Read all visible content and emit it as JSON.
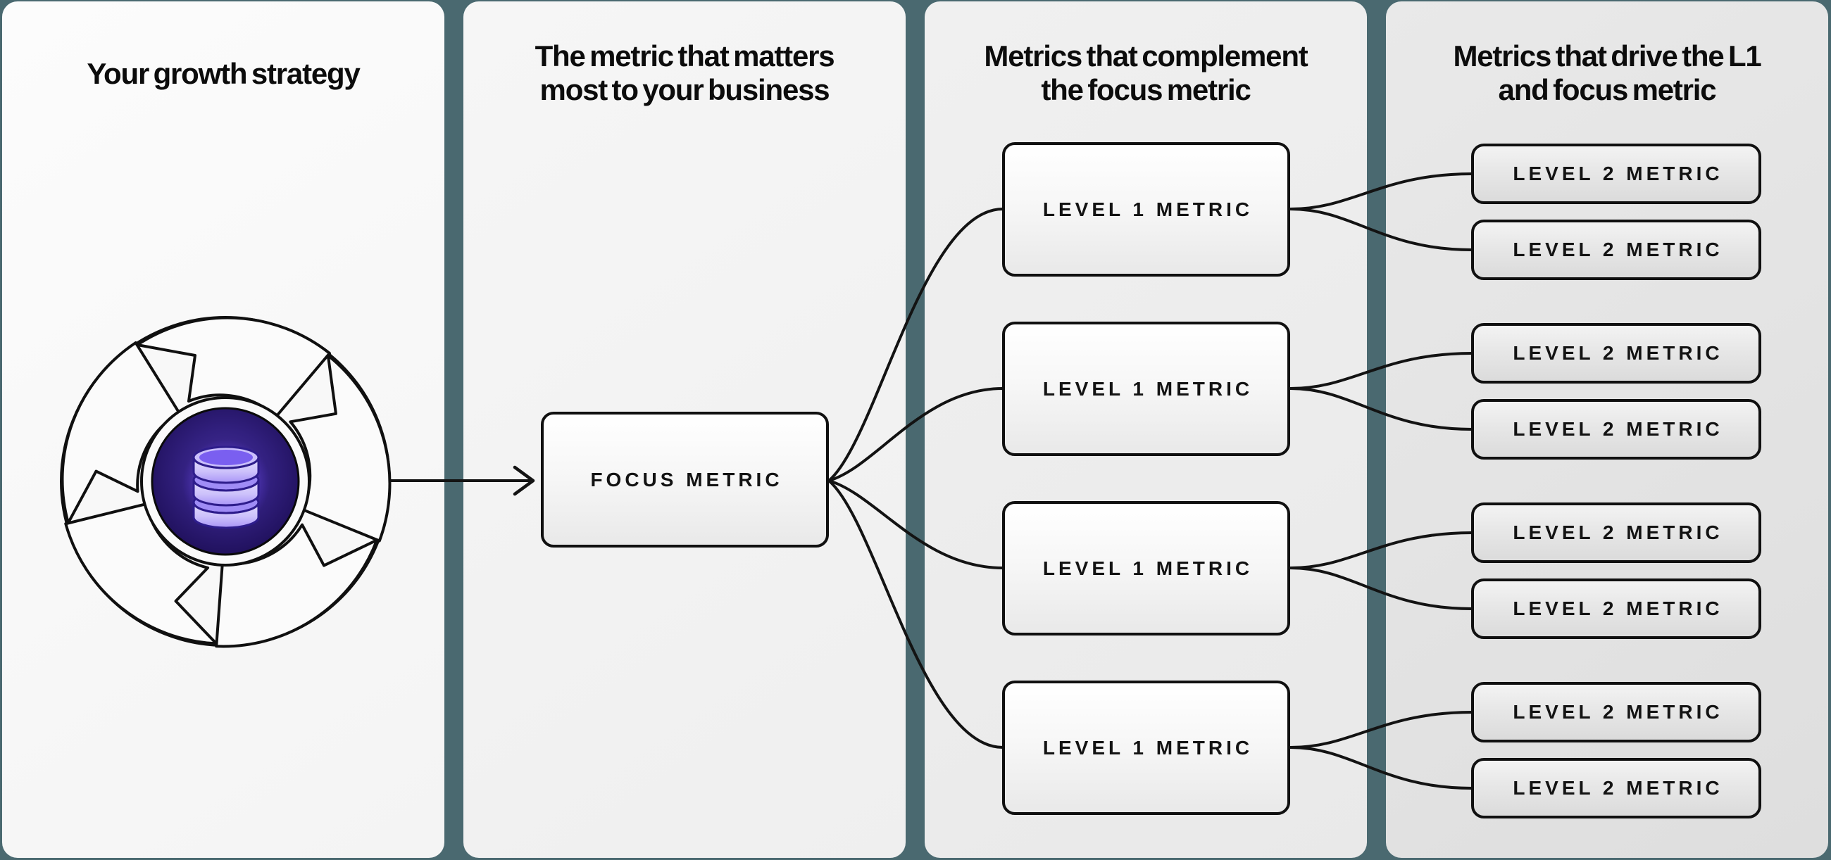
{
  "colors": {
    "background": "#4a6970",
    "connector": "#131313",
    "node_border": "#101010",
    "icon_core_purple": "#32207f",
    "icon_database_purple": "#7a5ff0"
  },
  "panels": [
    {
      "title_lines": [
        "Your growth strategy"
      ]
    },
    {
      "title_lines": [
        "The metric that matters",
        "most to your business"
      ]
    },
    {
      "title_lines": [
        "Metrics that complement",
        "the focus metric"
      ]
    },
    {
      "title_lines": [
        "Metrics that drive the L1",
        "and focus metric"
      ]
    }
  ],
  "nodes": {
    "focus": {
      "label": "FOCUS METRIC"
    },
    "level1": [
      {
        "label": "LEVEL 1 METRIC"
      },
      {
        "label": "LEVEL 1 METRIC"
      },
      {
        "label": "LEVEL 1 METRIC"
      },
      {
        "label": "LEVEL 1 METRIC"
      }
    ],
    "level2": [
      {
        "label": "LEVEL 2 METRIC"
      },
      {
        "label": "LEVEL 2 METRIC"
      },
      {
        "label": "LEVEL 2 METRIC"
      },
      {
        "label": "LEVEL 2 METRIC"
      },
      {
        "label": "LEVEL 2 METRIC"
      },
      {
        "label": "LEVEL 2 METRIC"
      },
      {
        "label": "LEVEL 2 METRIC"
      },
      {
        "label": "LEVEL 2 METRIC"
      }
    ]
  },
  "icons": {
    "center_badge": "aperture-shutter-icon",
    "center_glyph": "database-icon",
    "flow": "arrow-right-icon"
  }
}
